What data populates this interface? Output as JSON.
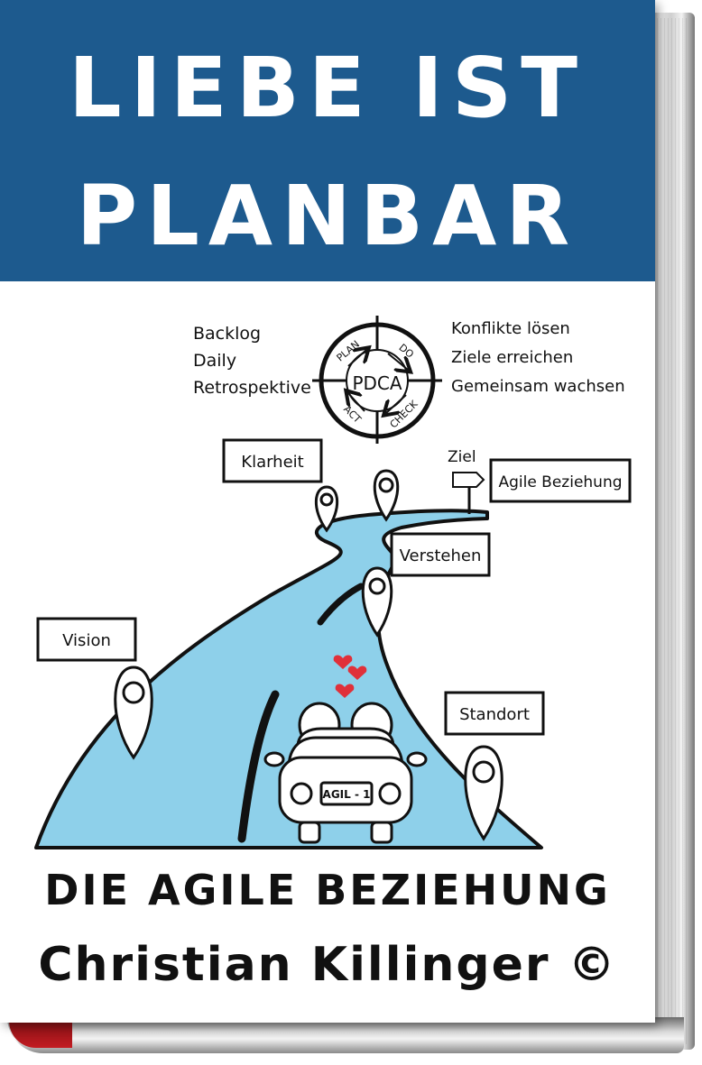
{
  "cover": {
    "title_line_1": "LIEBE IST",
    "title_line_2": "PLANBAR",
    "subtitle": "DIE AGILE BEZIEHUNG",
    "author": "Christian Killinger ©"
  },
  "diagram": {
    "left_list": [
      "Backlog",
      "Daily",
      "Retrospektive"
    ],
    "right_list": [
      "Konflikte lösen",
      "Ziele erreichen",
      "Gemeinsam wachsen"
    ],
    "cycle": {
      "center": "PDCA",
      "segments": [
        "PLAN",
        "DO",
        "CHECK",
        "ACT"
      ]
    }
  },
  "road": {
    "goal_label": "Ziel",
    "signs": {
      "goal": "Agile Beziehung",
      "clarity": "Klarheit",
      "understanding": "Verstehen",
      "vision": "Vision",
      "location": "Standort"
    },
    "license_plate": "AGIL - 1"
  },
  "colors": {
    "title_band": "#1d5a8e",
    "road": "#8ed0ea",
    "hearts": "#e0303a"
  }
}
